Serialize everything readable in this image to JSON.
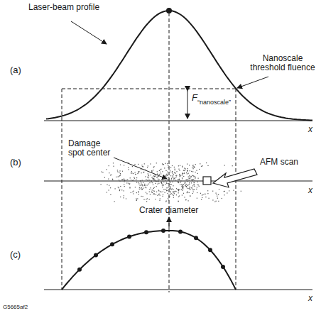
{
  "diagram": {
    "labels": [
      "(a)",
      "Laser-beam profile",
      "Nanoscale threshold fluence",
      "F",
      "“nanoscale”",
      "x",
      "(b)",
      "Damage spot center",
      "AFM scan",
      "x",
      "(c)",
      "Crater diameter",
      "x",
      "G5665af2"
    ]
  }
}
